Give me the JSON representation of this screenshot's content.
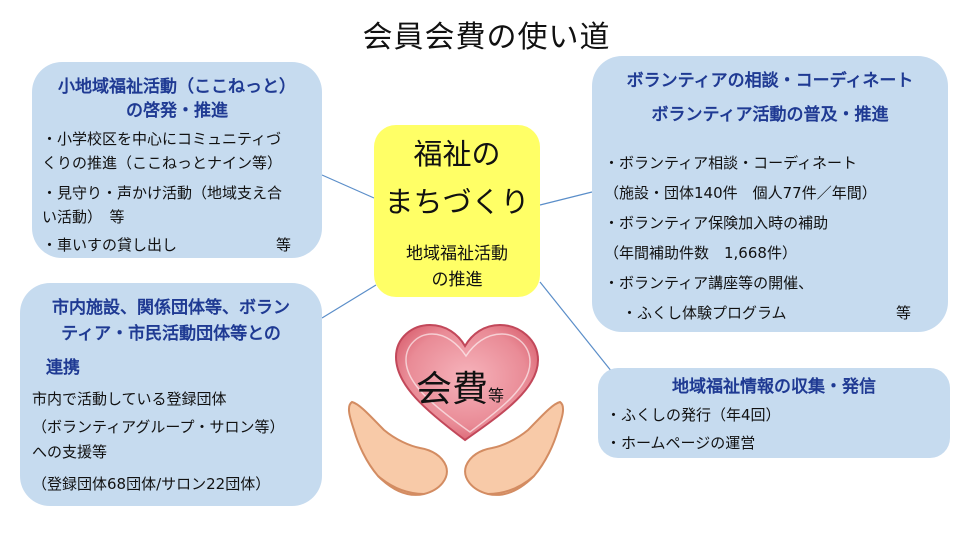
{
  "title": "会員会費の使い道",
  "center": {
    "line1": "福祉の",
    "line2": "まちづくり",
    "sub1": "地域福祉活動",
    "sub2": "の推進"
  },
  "top_left": {
    "title1": "小地域福祉活動（ここねっと）",
    "title2": "の啓発・推進",
    "items": [
      "・小学校区を中心にコミュニティづ",
      "くりの推進（ここねっとナイン等）",
      "・見守り・声かけ活動（地域支え合",
      "い活動）　等",
      "・車いすの貸し出し",
      "等"
    ]
  },
  "bottom_left": {
    "title1": "市内施設、関係団体等、ボラン",
    "title2": "ティア・市民活動団体等との",
    "title3": "連携",
    "items": [
      "市内で活動している登録団体",
      "（ボランティアグループ・サロン等）",
      "への支援等",
      "（登録団体68団体/サロン22団体）"
    ]
  },
  "top_right": {
    "title1": "ボランティアの相談・コーディネート",
    "title2": "ボランティア活動の普及・推進",
    "items": [
      "・ボランティア相談・コーディネート",
      "（施設・団体140件　個人77件／年間）",
      "・ボランティア保険加入時の補助",
      "（年間補助件数　1,668件）",
      "・ボランティア講座等の開催、",
      "・ふくし体験プログラム",
      "等"
    ]
  },
  "bottom_right": {
    "title": "地域福祉情報の収集・発信",
    "items": [
      "・ふくしの発行（年4回）",
      "・ホームページの運営"
    ]
  },
  "heart": {
    "label": "会費",
    "suffix": "等"
  },
  "colors": {
    "box_fill": "#c6dbef",
    "title_text": "#1f3a93",
    "center_fill": "#ffff66",
    "heart": "#e07a86",
    "hands": "#f8caa8"
  }
}
